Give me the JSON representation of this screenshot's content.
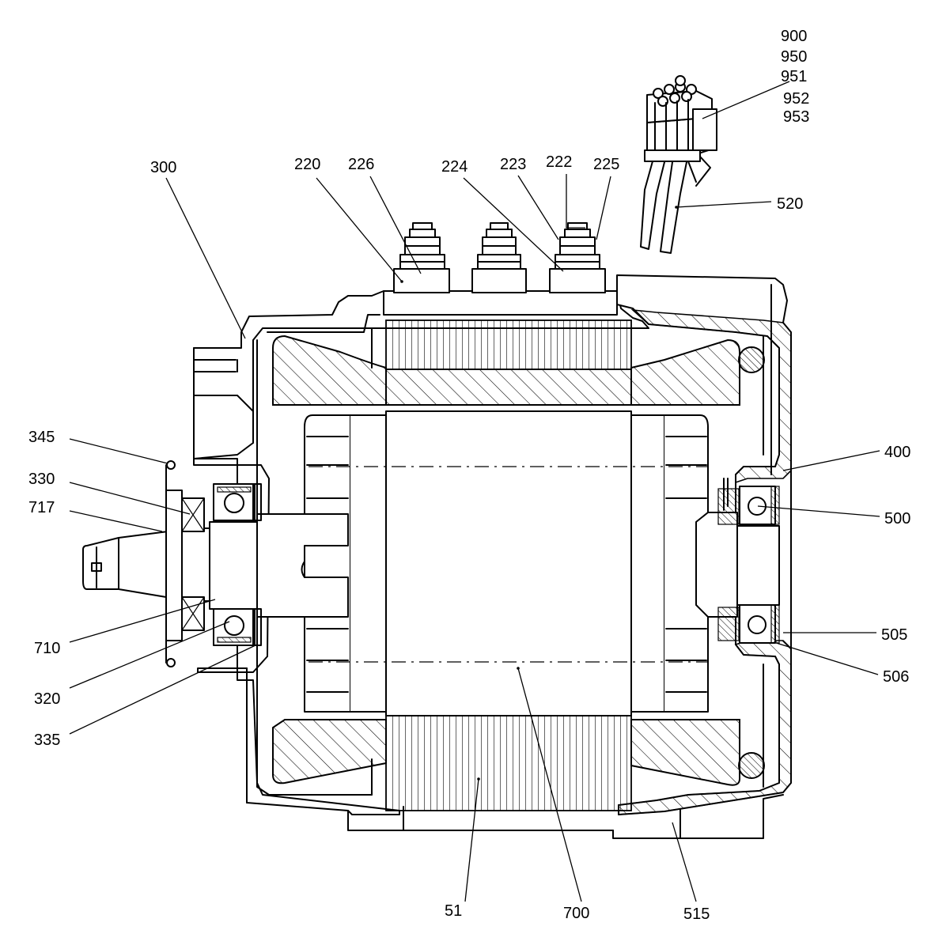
{
  "labels": {
    "l900": "900",
    "l950": "950",
    "l951": "951",
    "l952": "952",
    "l953": "953",
    "l520": "520",
    "l300": "300",
    "l220": "220",
    "l226": "226",
    "l224": "224",
    "l223": "223",
    "l222": "222",
    "l225": "225",
    "l345": "345",
    "l330": "330",
    "l717": "717",
    "l710": "710",
    "l320": "320",
    "l335": "335",
    "l400": "400",
    "l500": "500",
    "l505": "505",
    "l506": "506",
    "l51": "51",
    "l700": "700",
    "l515": "515"
  }
}
